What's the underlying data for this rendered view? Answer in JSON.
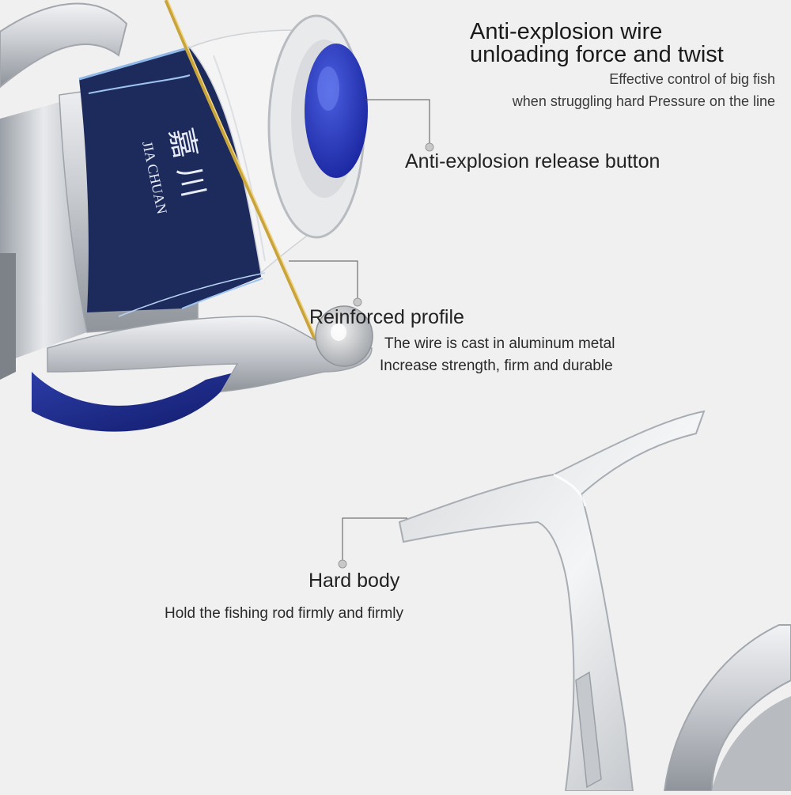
{
  "reel": {
    "brand_cn": "嘉 川",
    "brand_en": "JIA CHUAN"
  },
  "features": {
    "anti_explosion": {
      "title_line1": "Anti-explosion wire",
      "title_line2": "unloading force and twist",
      "desc_line1": "Effective control of big fish",
      "desc_line2": "when struggling hard Pressure on the line",
      "button_label": "Anti-explosion release button"
    },
    "reinforced": {
      "title": "Reinforced profile",
      "desc_line1": "The wire is cast in aluminum metal",
      "desc_line2": "Increase strength, firm and durable"
    },
    "hard_body": {
      "title": "Hard body",
      "desc": "Hold the fishing rod firmly and firmly"
    }
  },
  "colors": {
    "background": "#f0f0f0",
    "accent_blue": "#1c2a8c",
    "navy_label": "#1d2a5c",
    "bail_gold": "#c9a43a",
    "silver": "#d4d7db"
  }
}
